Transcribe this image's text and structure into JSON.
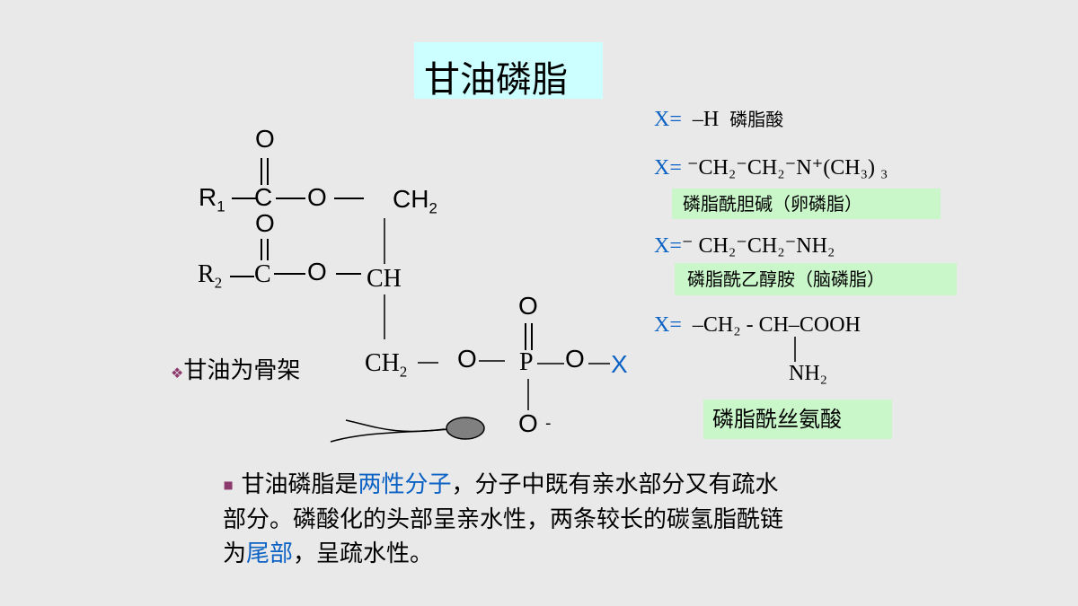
{
  "slide": {
    "title": "甘油磷脂",
    "structure": {
      "o_top1": "O",
      "r1": "R",
      "r1_sub": "1",
      "c1": "C",
      "o_ester1": "O",
      "ch2_top": "CH",
      "ch2_top_sub": "2",
      "o_top2": "O",
      "r2": "R",
      "r2_sub": "2",
      "c2": "C",
      "o_ester2": "O",
      "ch": "CH",
      "ch2_bottom": "CH",
      "ch2_bottom_sub": "2",
      "o_bridge": "O",
      "p": "P",
      "o_p_top": "O",
      "o_p_right": "O",
      "x": "X",
      "o_p_bottom": "O",
      "charge": "-"
    },
    "backbone_note": {
      "bullet": "❖",
      "text": "甘油为骨架"
    },
    "x_groups": [
      {
        "prefix": "X=",
        "formula": "–H",
        "name": "磷脂酸"
      },
      {
        "prefix": "X=",
        "formula": "⁻CH₂⁻CH₂⁻N⁺(CH₃) ₃",
        "name": "磷脂酰胆碱（卵磷脂）"
      },
      {
        "prefix": "X=",
        "formula": "⁻ CH₂⁻CH₂⁻NH₂",
        "name": "磷脂酰乙醇胺（脑磷脂）"
      },
      {
        "prefix": "X=",
        "formula": "–CH₂ - CH–COOH",
        "amine": "NH₂",
        "name": "磷脂酰丝氨酸"
      }
    ],
    "paragraph": {
      "bullet": "▪",
      "part1": "甘油磷脂是",
      "highlight1": "两性分子",
      "part2": "，分子中既有亲水部分又有疏水",
      "line2": "部分。磷酸化的头部呈亲水性，两条较长的碳氢脂酰链",
      "line3_prefix": "为",
      "highlight2": "尾部",
      "line3_suffix": "，呈疏水性。"
    },
    "colors": {
      "background": "#e9e9e9",
      "title_bg": "#ccffff",
      "label_bg": "#c9f7c9",
      "accent_blue": "#0b62c4",
      "bullet_purple": "#8b3a6b"
    }
  }
}
